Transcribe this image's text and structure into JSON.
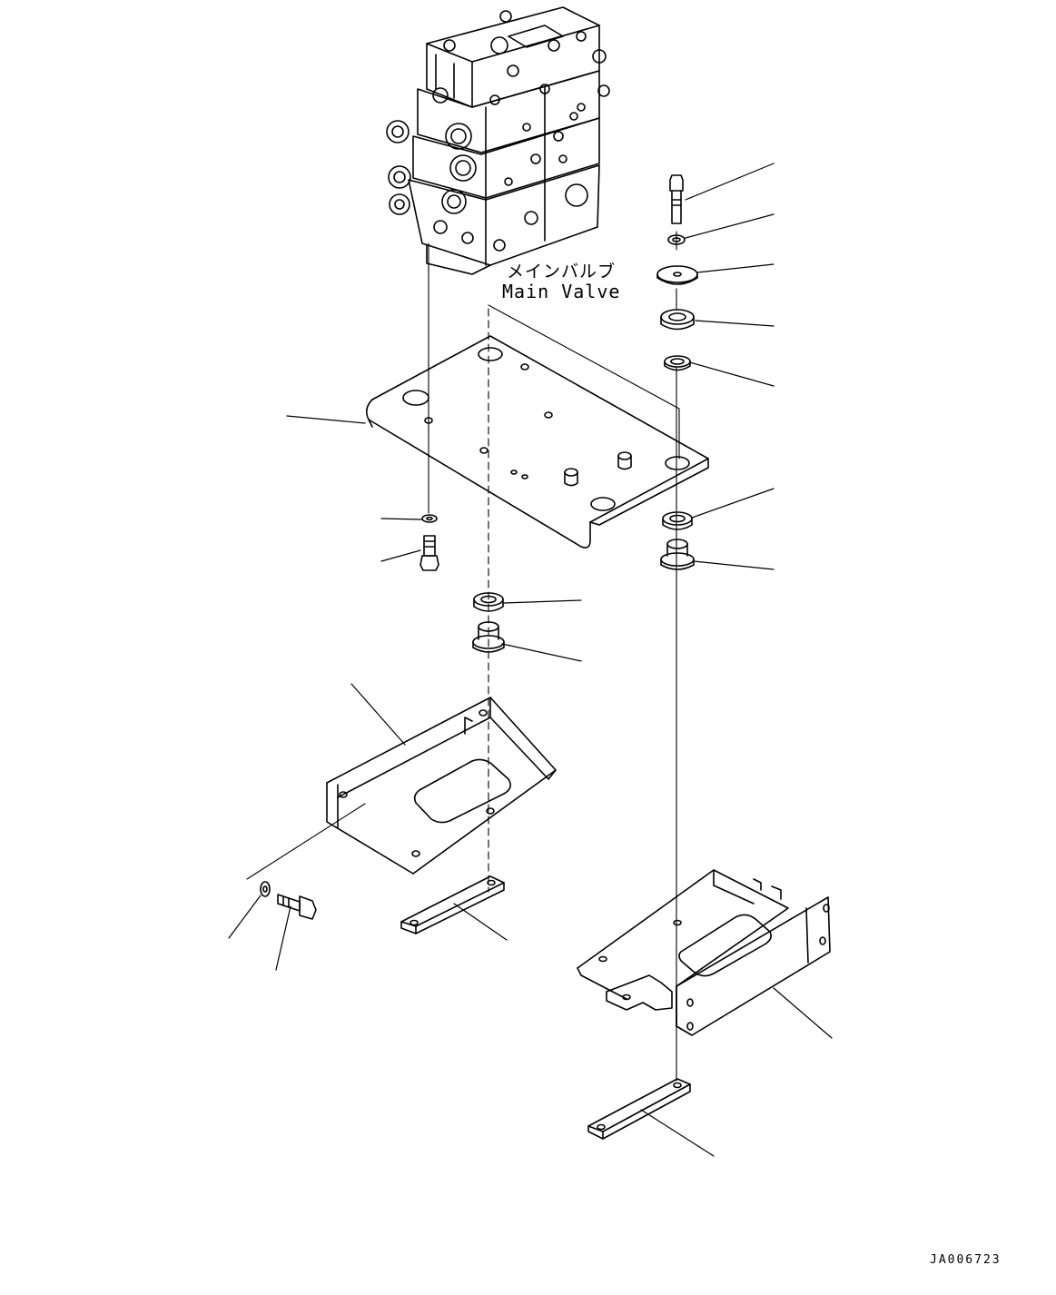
{
  "labels": {
    "main_valve_jp": "メインバルブ",
    "main_valve_en": "Main Valve",
    "drawing_code": "JA006723"
  },
  "colors": {
    "line": "#000000",
    "background": "#ffffff"
  }
}
